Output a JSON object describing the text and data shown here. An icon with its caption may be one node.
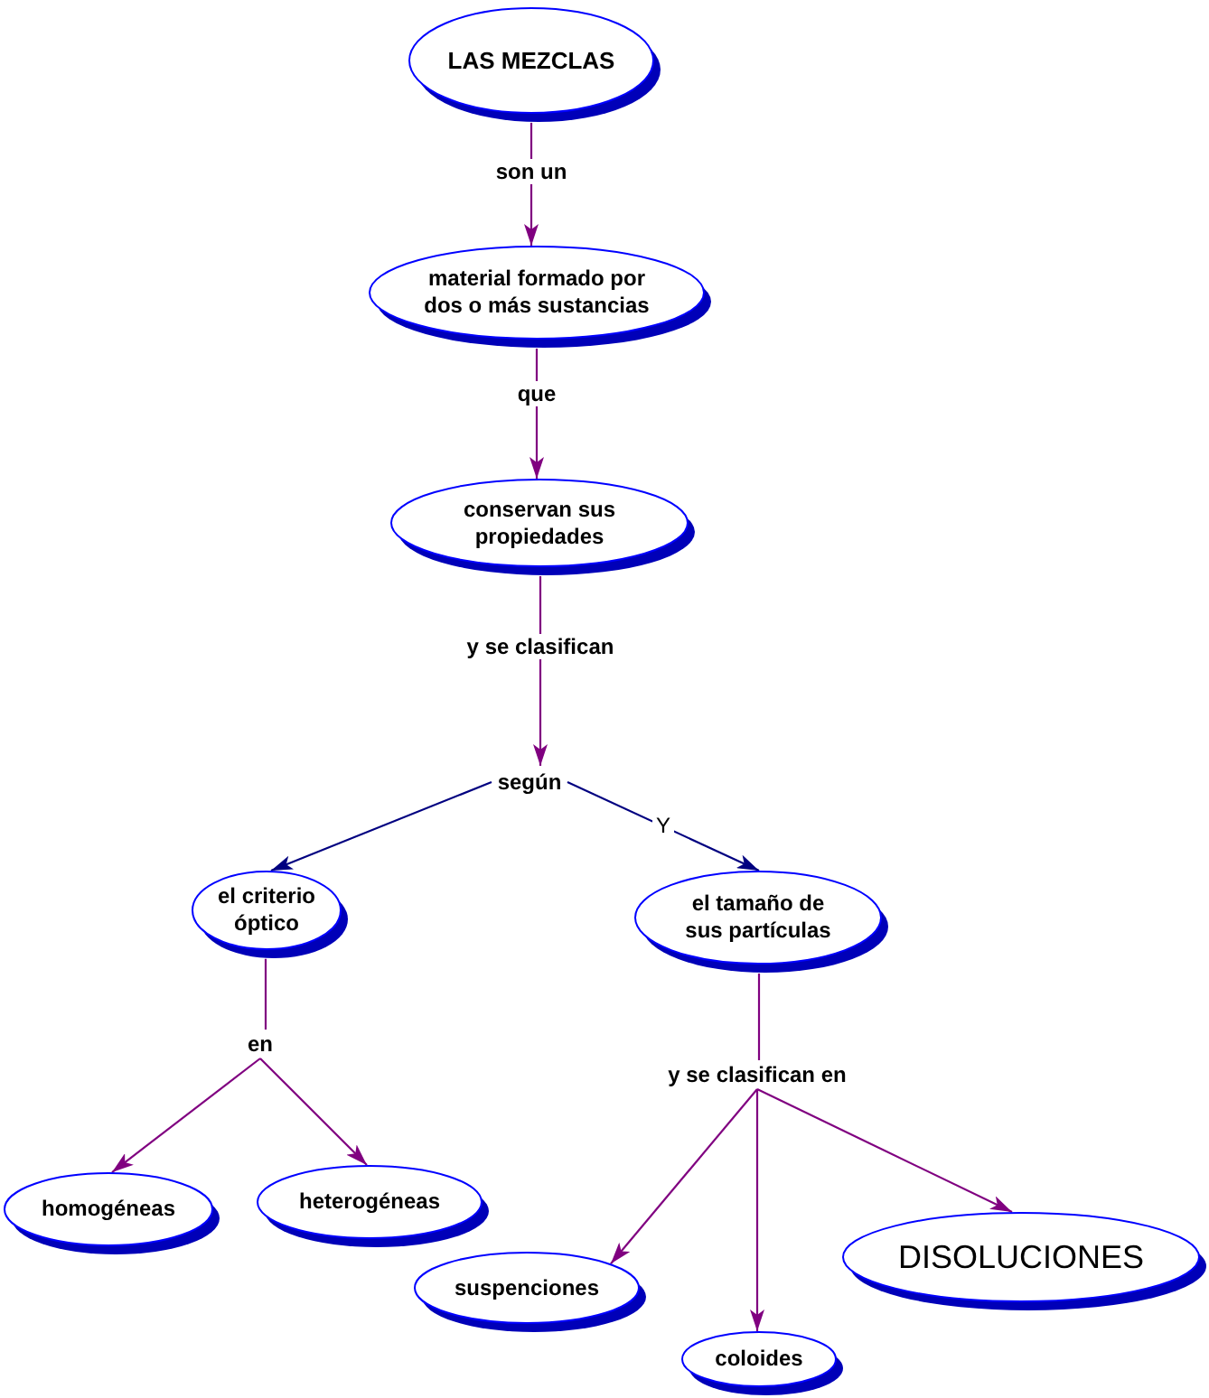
{
  "diagram": {
    "nodes": [
      {
        "text": [
          "LAS MEZCLAS"
        ]
      },
      {
        "text": [
          "material formado por dos o más sustancias"
        ]
      },
      {
        "text": [
          "conservan sus propiedades"
        ]
      },
      {
        "text": [
          "según"
        ]
      },
      {
        "text": [
          "el criterio óptico"
        ]
      },
      {
        "text": [
          "el tamaño de sus partículas"
        ]
      },
      {
        "text": [
          "en"
        ]
      },
      {
        "text": [
          "y se clasifican en"
        ]
      },
      {
        "text": [
          "homogéneas"
        ]
      },
      {
        "text": [
          "heterogéneas"
        ]
      },
      {
        "text": [
          "suspenciones"
        ]
      },
      {
        "text": [
          "coloides"
        ]
      },
      {
        "text": [
          "DISOLUCIONES"
        ]
      }
    ],
    "edges": [
      {
        "from": 0,
        "to": 1,
        "arrow": "to",
        "label": "son un"
      },
      {
        "from": 1,
        "to": 2,
        "arrow": "to",
        "label": "que"
      },
      {
        "from": 2,
        "to": 3,
        "arrow": "to",
        "label": "y se clasifican"
      },
      {
        "from": 3,
        "to": 4,
        "arrow": "to",
        "color": "#000080"
      },
      {
        "from": 3,
        "to": 5,
        "arrow": "to",
        "label": "Y",
        "color": "#000080"
      },
      {
        "from": 4,
        "to": 6,
        "arrow": "none"
      },
      {
        "from": 6,
        "to": 8,
        "arrow": "to"
      },
      {
        "from": 6,
        "to": 9,
        "arrow": "to"
      },
      {
        "from": 5,
        "to": 7,
        "arrow": "none"
      },
      {
        "from": 7,
        "to": 10,
        "arrow": "to"
      },
      {
        "from": 7,
        "to": 11,
        "arrow": "to"
      },
      {
        "from": 7,
        "to": 12,
        "arrow": "to"
      }
    ]
  }
}
